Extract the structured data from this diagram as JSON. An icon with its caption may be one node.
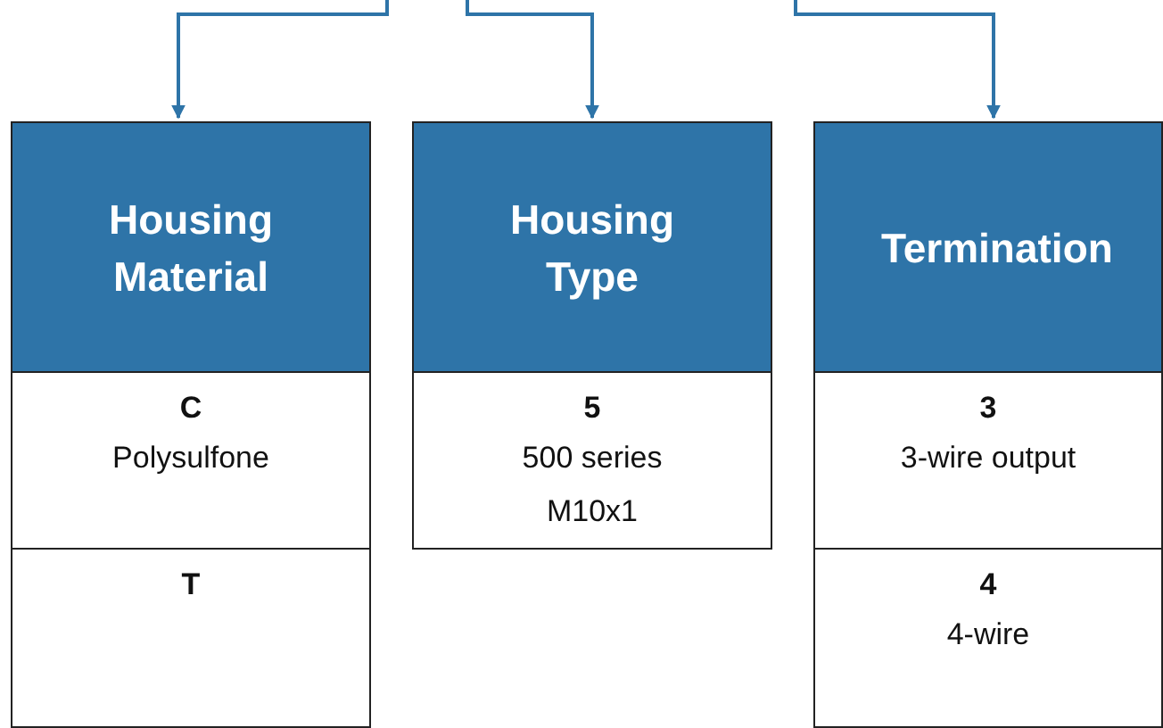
{
  "diagram": {
    "nodes": [
      {
        "text": [
          "Housing Material"
        ]
      },
      {
        "text": [
          "C",
          "Polysulfone"
        ]
      },
      {
        "text": [
          "T"
        ]
      },
      {
        "text": [
          "Housing Type"
        ]
      },
      {
        "text": [
          "5",
          "500 series M10x1"
        ]
      },
      {
        "text": [
          "Termination"
        ]
      },
      {
        "text": [
          "3",
          "3-wire output"
        ]
      },
      {
        "text": [
          "4",
          "4-wire"
        ]
      }
    ],
    "edges": [
      {
        "from": null,
        "to": 0,
        "arrow": "to"
      },
      {
        "from": null,
        "to": 3,
        "arrow": "to"
      },
      {
        "from": null,
        "to": 5,
        "arrow": "to"
      }
    ]
  }
}
